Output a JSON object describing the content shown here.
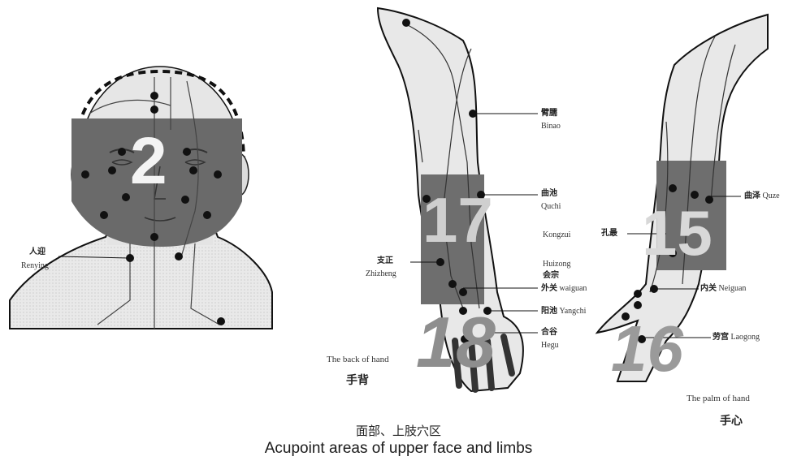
{
  "zones": {
    "face": "2",
    "back_arm_upper": "17",
    "back_hand": "18",
    "palm_arm_upper": "15",
    "palm_hand": "16"
  },
  "points": {
    "renying": {
      "zh": "人迎",
      "en": "Renying"
    },
    "binao": {
      "zh": "臂臑",
      "en": "Binao"
    },
    "quchi": {
      "zh": "曲池",
      "en": "Quchi"
    },
    "zhizheng": {
      "zh": "支正",
      "en": "Zhizheng"
    },
    "huizong": {
      "zh": "会宗",
      "en": "Huizong"
    },
    "waiguan": {
      "zh": "外关",
      "en": "waiguan"
    },
    "yangchi": {
      "zh": "阳池",
      "en": "Yangchi"
    },
    "hegu": {
      "zh": "合谷",
      "en": "Hegu"
    },
    "kongzui": {
      "zh": "孔最",
      "en": "Kongzui"
    },
    "quze": {
      "zh": "曲泽",
      "en": "Quze"
    },
    "neiguan": {
      "zh": "内关",
      "en": "Neiguan"
    },
    "laogong": {
      "zh": "劳宫",
      "en": "Laogong"
    }
  },
  "hand_labels": {
    "back_en": "The back of hand",
    "back_zh": "手背",
    "palm_en": "The palm of hand",
    "palm_zh": "手心"
  },
  "caption": {
    "zh": "面部、上肢穴区",
    "en": "Acupoint areas of upper face and limbs"
  }
}
